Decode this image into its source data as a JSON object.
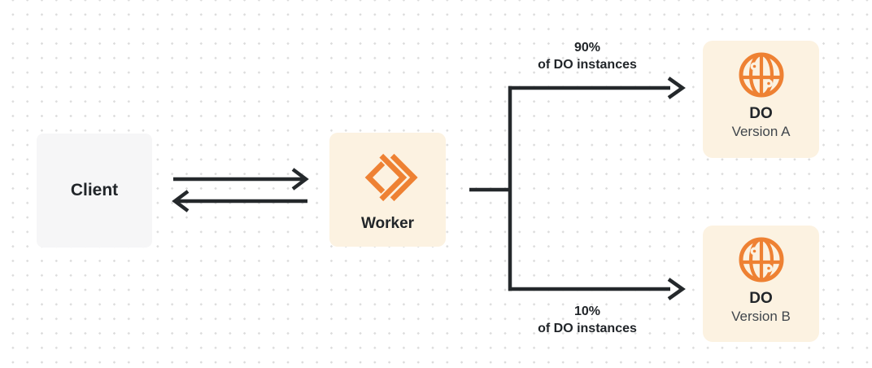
{
  "colors": {
    "bg": "#ffffff",
    "dot": "#dcdcdc",
    "orange": "#ee8133",
    "cream": "#fcf2e1",
    "client-bg": "#f6f6f7",
    "ink": "#212529",
    "line": "#24282b",
    "muted": "#40464c"
  },
  "nodes": {
    "client": {
      "label": "Client"
    },
    "worker": {
      "label": "Worker",
      "icon": "cloudflare-workers-icon"
    },
    "do_a": {
      "title": "DO",
      "subtitle": "Version A",
      "icon": "durable-object-globe-icon"
    },
    "do_b": {
      "title": "DO",
      "subtitle": "Version B",
      "icon": "durable-object-globe-icon"
    }
  },
  "edges": {
    "client_worker": {
      "type": "bidirectional-arrows"
    },
    "top_branch": {
      "percent": "90%",
      "caption": "of DO instances"
    },
    "bottom_branch": {
      "percent": "10%",
      "caption": "of DO instances"
    }
  }
}
